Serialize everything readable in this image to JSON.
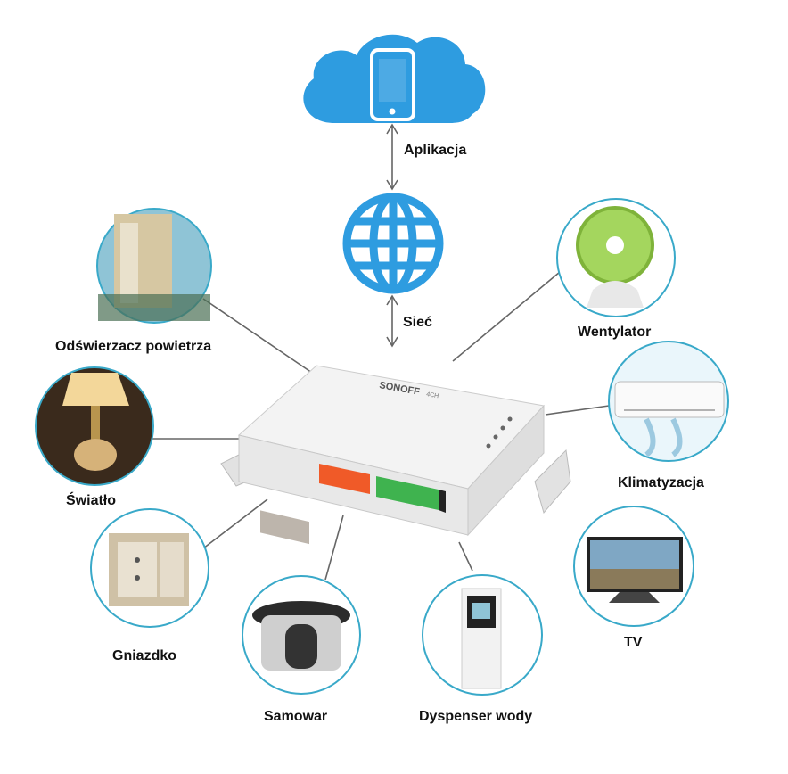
{
  "diagram": {
    "center": {
      "device": "sonoff-4ch-relay",
      "brand_text": "SONOFF",
      "model_text": "4CH"
    },
    "top": {
      "cloud_label": "Aplikacja",
      "globe_label": "Sieć",
      "cloud_color": "#2e9ce0",
      "globe_color": "#2e9ce0"
    },
    "appliances": [
      {
        "id": "air-purifier",
        "label": "Odświerzacz powietrza"
      },
      {
        "id": "light",
        "label": "Światło"
      },
      {
        "id": "socket",
        "label": "Gniazdko"
      },
      {
        "id": "cooker",
        "label": "Samowar"
      },
      {
        "id": "water-dispenser",
        "label": "Dyspenser wody"
      },
      {
        "id": "fan",
        "label": "Wentylator"
      },
      {
        "id": "air-conditioner",
        "label": "Klimatyzacja"
      },
      {
        "id": "tv",
        "label": "TV"
      }
    ],
    "colors": {
      "circle_border": "#39a9c9",
      "connector_line": "#666666",
      "terminal_orange": "#f05a28",
      "terminal_green": "#3fb34f"
    }
  }
}
